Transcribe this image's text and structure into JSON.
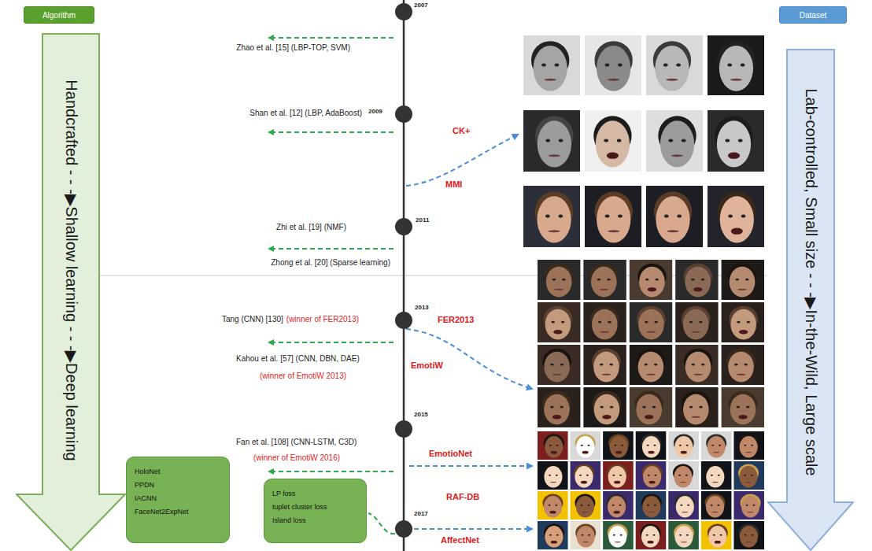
{
  "diagram": {
    "nodes": [
      {
        "text": [
          "Algorithm"
        ]
      },
      {
        "text": [
          "Dataset"
        ]
      },
      {
        "text": [
          "Handcrafted - - -▶Shallow learning - - -▶Deep learning"
        ]
      },
      {
        "text": [
          "Lab-controlled, Small size - - -▶In-the-Wild, Large scale"
        ]
      },
      {
        "text": [
          "HoloNet",
          "PPDN",
          "IACNN",
          "FaceNet2ExpNet"
        ]
      },
      {
        "text": [
          "LP loss",
          "tuplet cluster loss",
          "Island loss"
        ]
      }
    ],
    "labels": [
      "2007",
      "Zhao et al. [15] (LBP-TOP, SVM)",
      "Shan et al. [12] (LBP, AdaBoost)",
      "2009",
      "CK+",
      "MMI",
      "Zhi et al. [19] (NMF)",
      "2011",
      "Zhong et al. [20] (Sparse learning)",
      "Tang (CNN) [130]",
      "(winner of FER2013)",
      "2013",
      "FER2013",
      "Kahou et al. [57] (CNN, DBN, DAE)",
      "(winner of EmotiW 2013)",
      "EmotiW",
      "2015",
      "Fan et al. [108] (CNN-LSTM, C3D)",
      "(winner of EmotiW 2016)",
      "EmotioNet",
      "2017",
      "RAF-DB",
      "AffectNet"
    ]
  }
}
